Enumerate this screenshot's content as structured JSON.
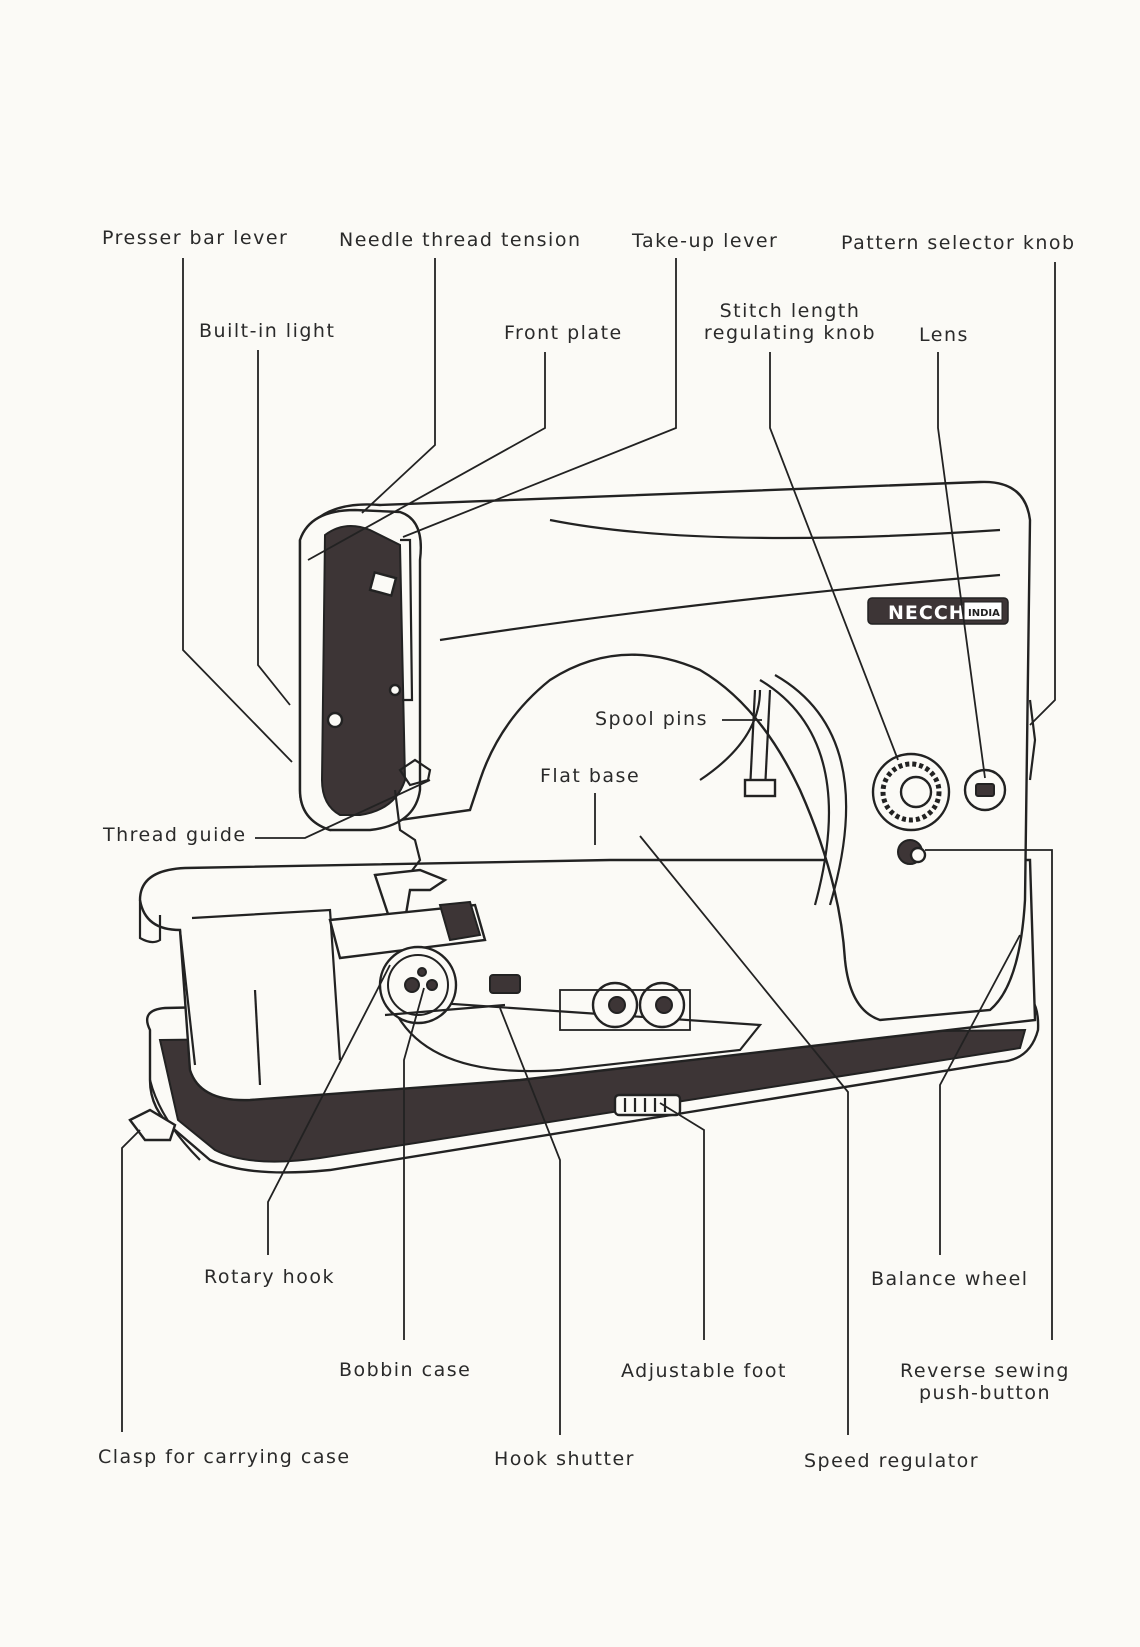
{
  "labels": {
    "presser_bar_lever": "Presser bar lever",
    "needle_thread_tension": "Needle thread tension",
    "take_up_lever": "Take-up lever",
    "pattern_selector_knob": "Pattern selector knob",
    "built_in_light": "Built-in light",
    "front_plate": "Front plate",
    "stitch_length_line1": "Stitch length",
    "stitch_length_line2": "regulating knob",
    "lens": "Lens",
    "spool_pins": "Spool pins",
    "flat_base": "Flat base",
    "thread_guide": "Thread guide",
    "rotary_hook": "Rotary hook",
    "balance_wheel": "Balance wheel",
    "bobbin_case": "Bobbin case",
    "adjustable_foot": "Adjustable foot",
    "reverse_line1": "Reverse sewing",
    "reverse_line2": "push-button",
    "clasp": "Clasp for carrying case",
    "hook_shutter": "Hook shutter",
    "speed_regulator": "Speed regulator"
  },
  "brand": {
    "name": "NECCHI",
    "badge": "INDIA"
  }
}
